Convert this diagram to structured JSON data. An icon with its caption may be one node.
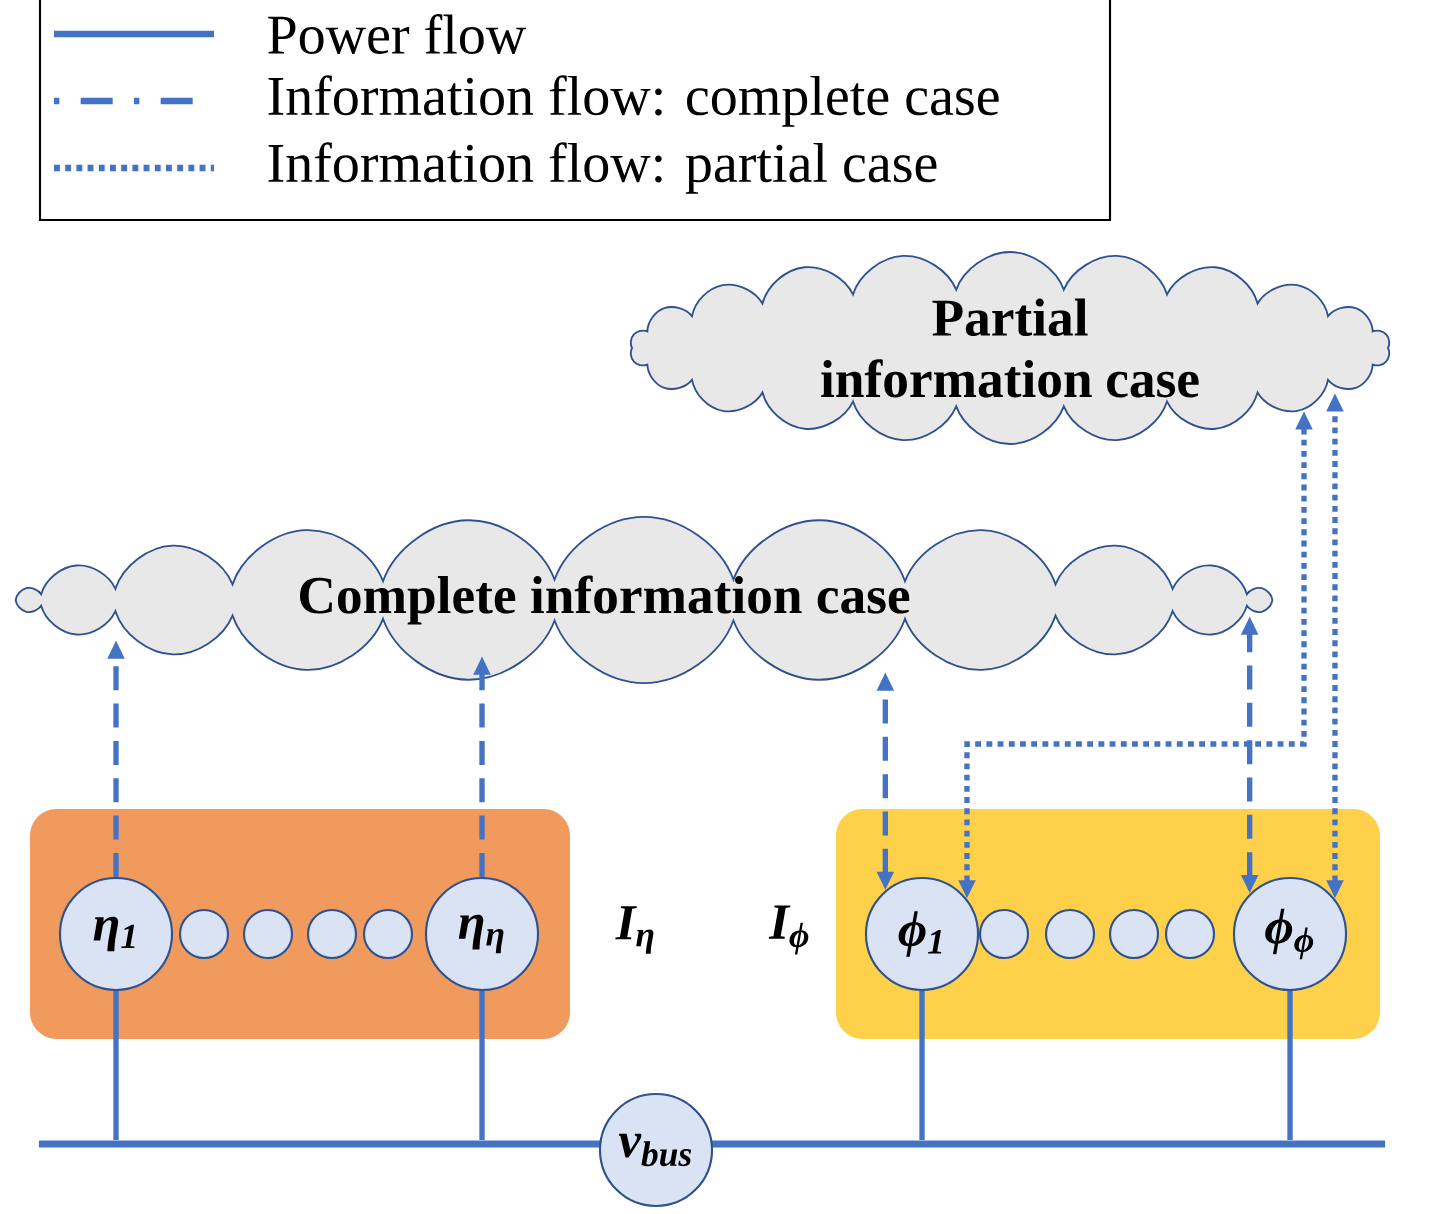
{
  "diagram": {
    "nodes": [
      {
        "text": [
          "Partial information case"
        ]
      },
      {
        "text": [
          "Complete information case"
        ]
      },
      {
        "text": [],
        "shape": "box",
        "beside": [
          "I$_{η}$"
        ]
      },
      {
        "text": [
          "η$_{1}$"
        ],
        "in": 2
      },
      {
        "text": [],
        "shape": "circle",
        "in": 2
      },
      {
        "text": [],
        "shape": "circle",
        "in": 2
      },
      {
        "text": [],
        "shape": "circle",
        "in": 2
      },
      {
        "text": [],
        "shape": "circle",
        "in": 2
      },
      {
        "text": [
          "η$_{η}$"
        ],
        "in": 2
      },
      {
        "text": [],
        "shape": "box",
        "beside": [
          "I$_{ϕ}$"
        ]
      },
      {
        "text": [
          "ϕ$_{1}$"
        ],
        "in": 9
      },
      {
        "text": [],
        "shape": "circle",
        "in": 9
      },
      {
        "text": [],
        "shape": "circle",
        "in": 9
      },
      {
        "text": [],
        "shape": "circle",
        "in": 9
      },
      {
        "text": [],
        "shape": "circle",
        "in": 9
      },
      {
        "text": [
          "ϕ$_{ϕ}$"
        ],
        "in": 9
      },
      {
        "text": [
          "v$_{bus}$"
        ]
      },
      {
        "text": [],
        "shape": "bar"
      }
    ],
    "edges": [
      {
        "from": 3,
        "to": 17,
        "arrow": "none"
      },
      {
        "from": 8,
        "to": 17,
        "arrow": "none"
      },
      {
        "from": 10,
        "to": 17,
        "arrow": "none"
      },
      {
        "from": 15,
        "to": 17,
        "arrow": "none"
      },
      {
        "from": 3,
        "to": 1,
        "arrow": "to",
        "style": "dashed"
      },
      {
        "from": 8,
        "to": 1,
        "arrow": "to",
        "style": "dashed"
      },
      {
        "from": 10,
        "to": 1,
        "arrow": "both",
        "style": "dashed"
      },
      {
        "from": 15,
        "to": 1,
        "arrow": "both",
        "style": "dashed"
      },
      {
        "from": 10,
        "to": 0,
        "arrow": "both",
        "style": "dashed"
      },
      {
        "from": 15,
        "to": 0,
        "arrow": "both",
        "style": "dashed"
      }
    ],
    "legend": [
      {
        "text": "Power flow"
      },
      {
        "text": "Information flow: complete case"
      },
      {
        "text": "Information flow: partial case"
      }
    ]
  }
}
